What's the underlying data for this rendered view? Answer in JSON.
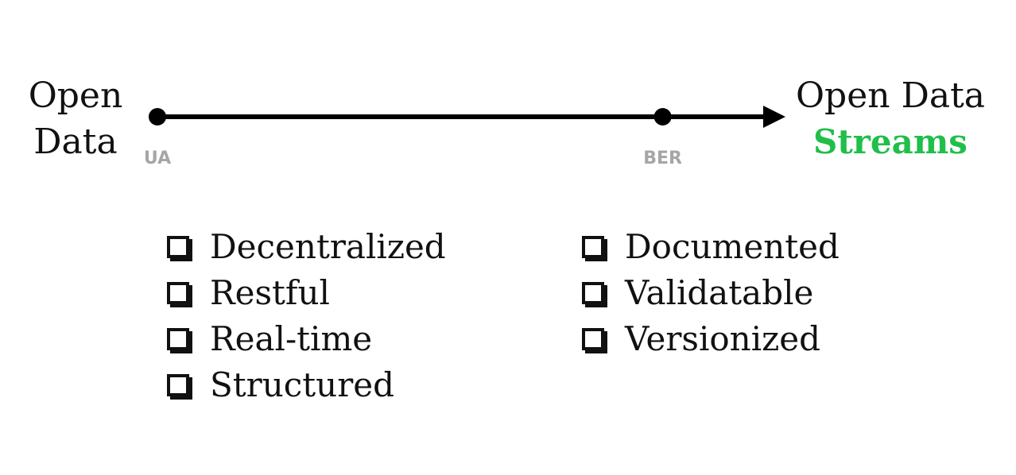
{
  "start": {
    "line1": "Open",
    "line2": "Data"
  },
  "end": {
    "line1": "Open Data",
    "line2": "Streams"
  },
  "milestones": [
    {
      "label": "UA",
      "fraction": 0.0
    },
    {
      "label": "BER",
      "fraction": 0.778
    }
  ],
  "checklist_left": [
    "Decentralized",
    "Restful",
    "Real-time",
    "Structured"
  ],
  "checklist_right": [
    "Documented",
    "Validatable",
    "Versionized"
  ],
  "colors": {
    "text": "#111111",
    "accent": "#1fbf4a",
    "milestone_label": "#a6a6a6",
    "line": "#000000"
  }
}
